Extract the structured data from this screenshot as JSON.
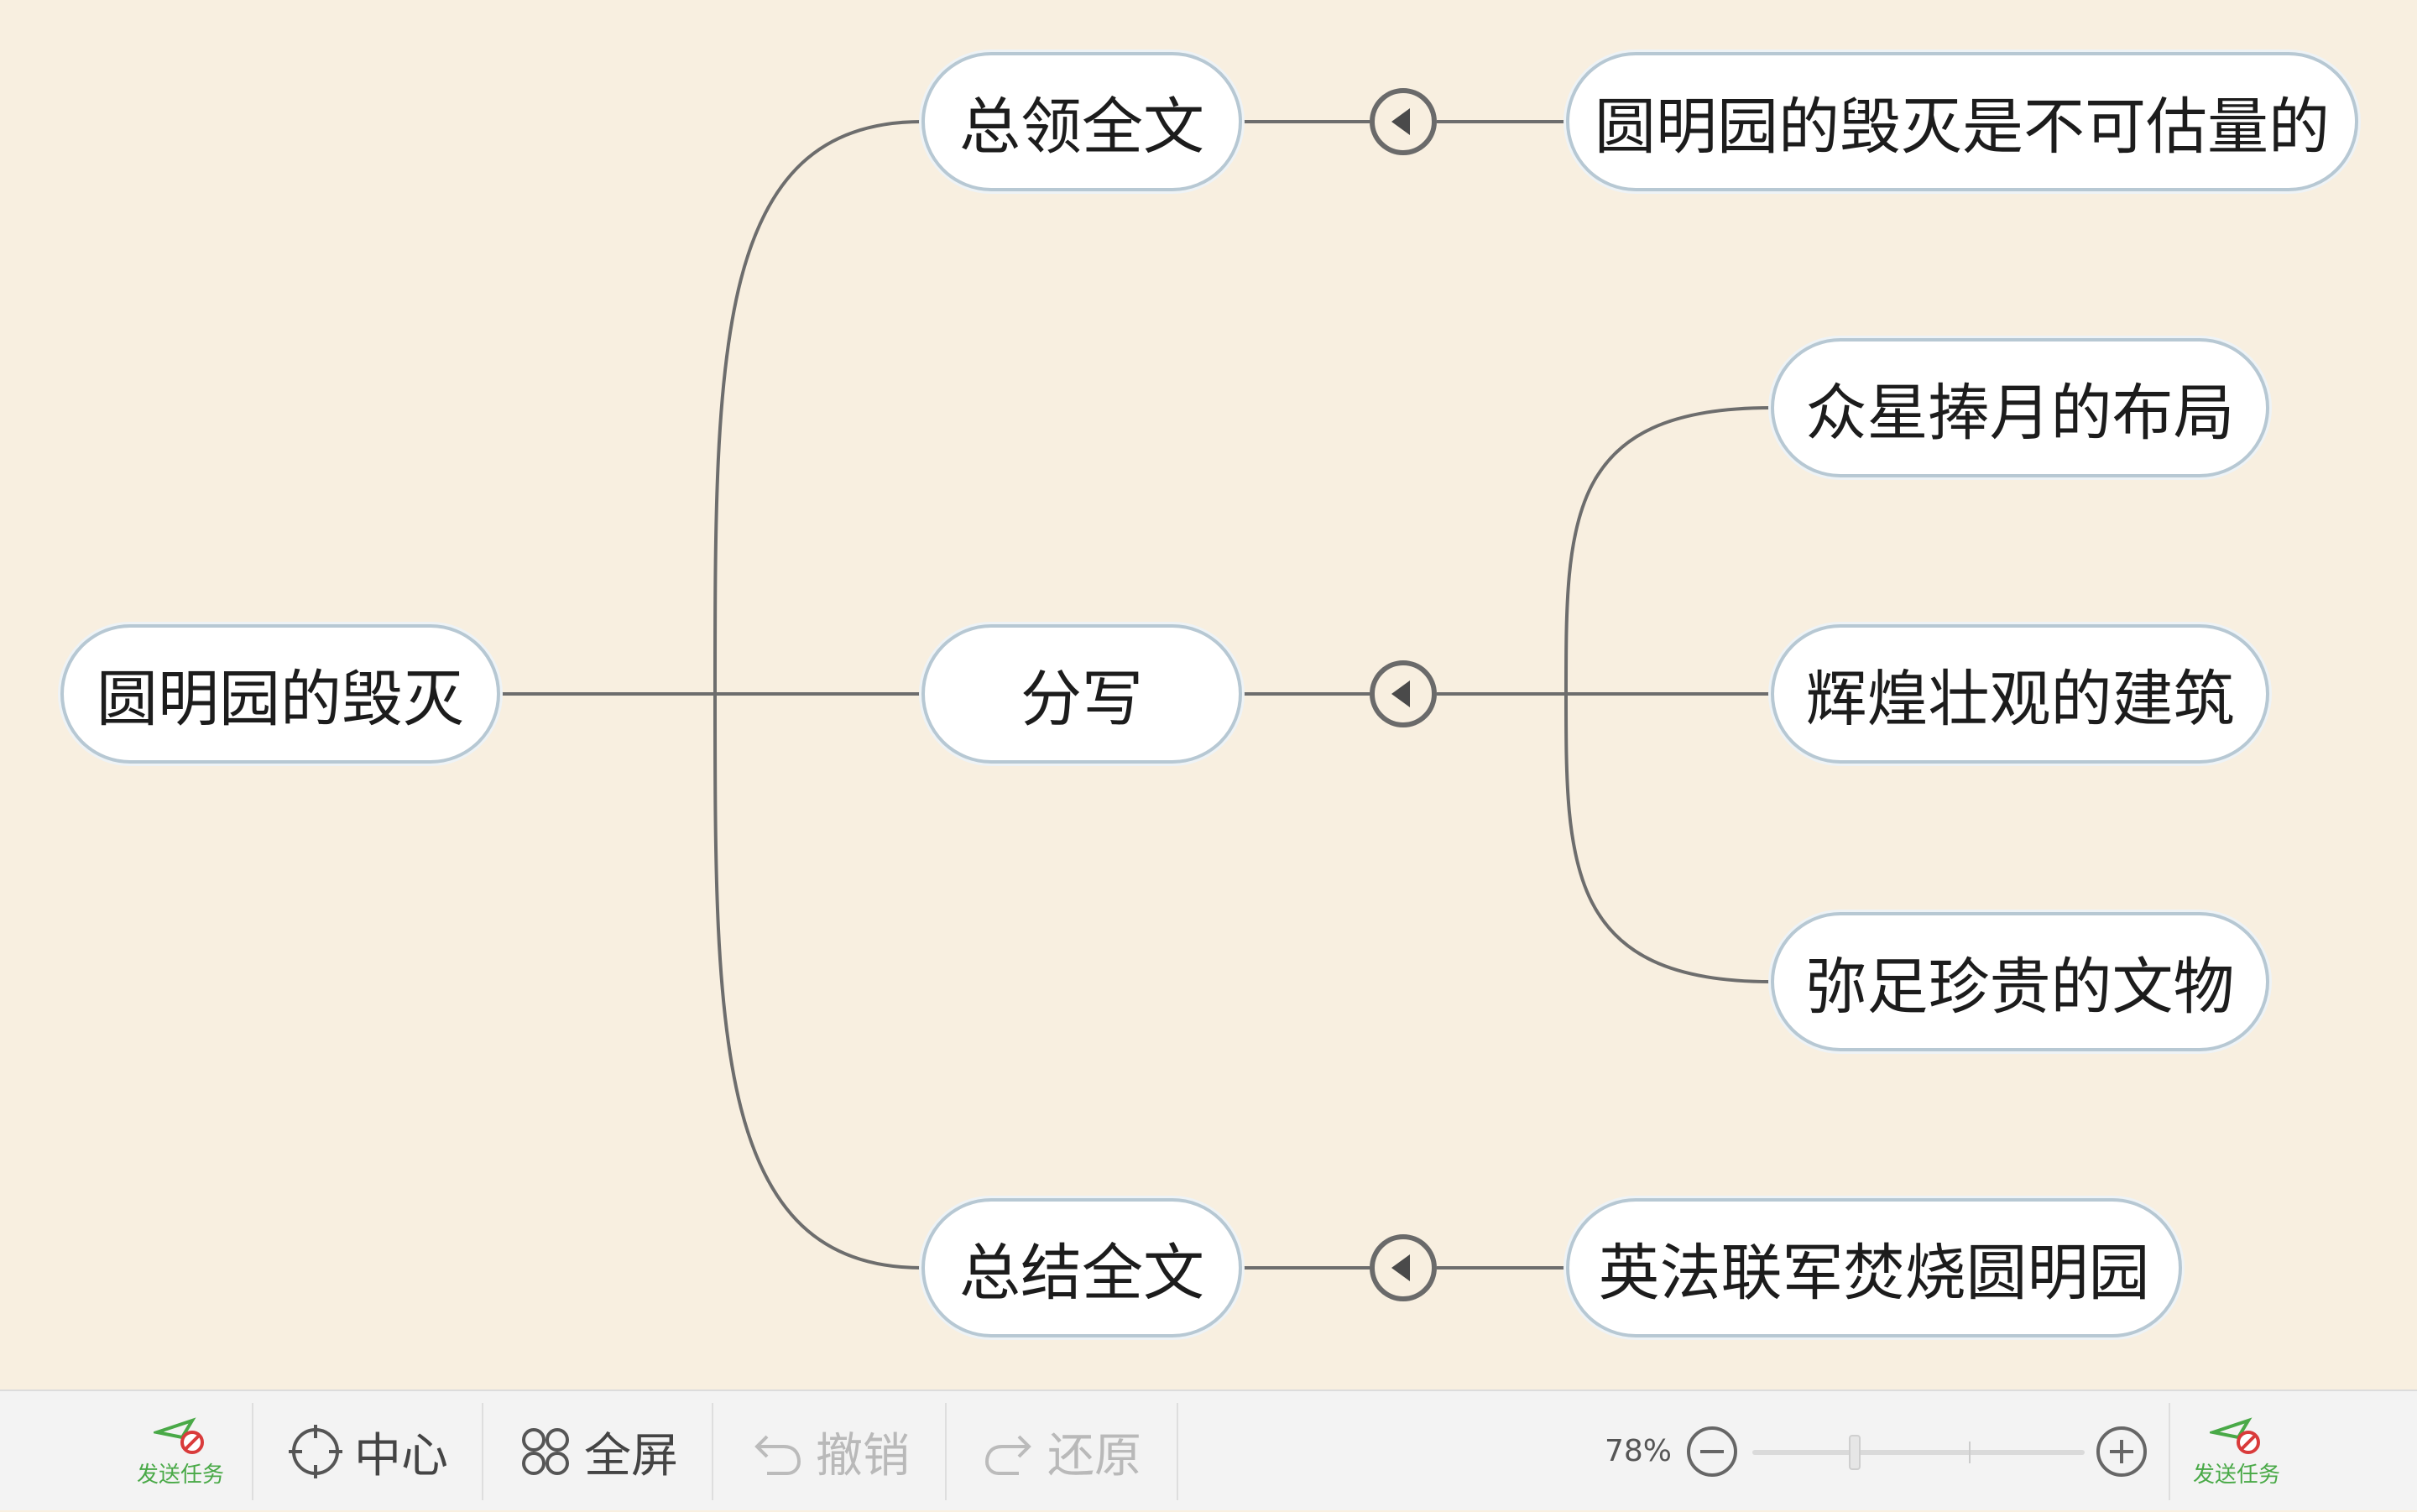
{
  "mindmap": {
    "root": "圆明园的毁灭",
    "branches": [
      {
        "label": "总领全文",
        "children": [
          "圆明园的毁灭是不可估量的"
        ]
      },
      {
        "label": "分写",
        "children": [
          "众星捧月的布局",
          "辉煌壮观的建筑",
          "弥足珍贵的文物"
        ]
      },
      {
        "label": "总结全文",
        "children": [
          "英法联军焚烧圆明园"
        ]
      }
    ]
  },
  "toolbar": {
    "send_task_label": "发送任务",
    "center_label": "中心",
    "fullscreen_label": "全屏",
    "undo_label": "撤销",
    "redo_label": "还原",
    "zoom_label": "78%",
    "zoom_level": 0.3
  },
  "colors": {
    "canvas_bg": "#f8efe0",
    "node_border": "#b7c8d3",
    "connector": "#6d6d6d",
    "send_task_green": "#49a947"
  }
}
